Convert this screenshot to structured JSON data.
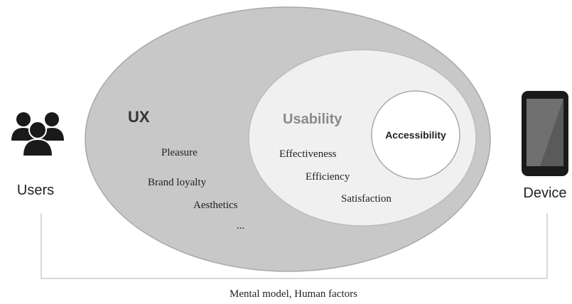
{
  "labels": {
    "ux": "UX",
    "usability": "Usability",
    "accessibility": "Accessibility",
    "users": "Users",
    "device": "Device",
    "bottom": "Mental model, Human factors"
  },
  "ux_items": [
    "Pleasure",
    "Brand loyalty",
    "Aesthetics",
    "..."
  ],
  "usability_items": [
    "Effectiveness",
    "Efficiency",
    "Satisfaction"
  ],
  "icons": {
    "users": "users-group-icon",
    "device": "smartphone-icon"
  },
  "colors": {
    "ux_fill": "#c8c8c8",
    "usability_fill": "#f0f0f0",
    "accessibility_fill": "#ffffff",
    "connector": "#cccccc",
    "icon": "#1a1a1a"
  }
}
